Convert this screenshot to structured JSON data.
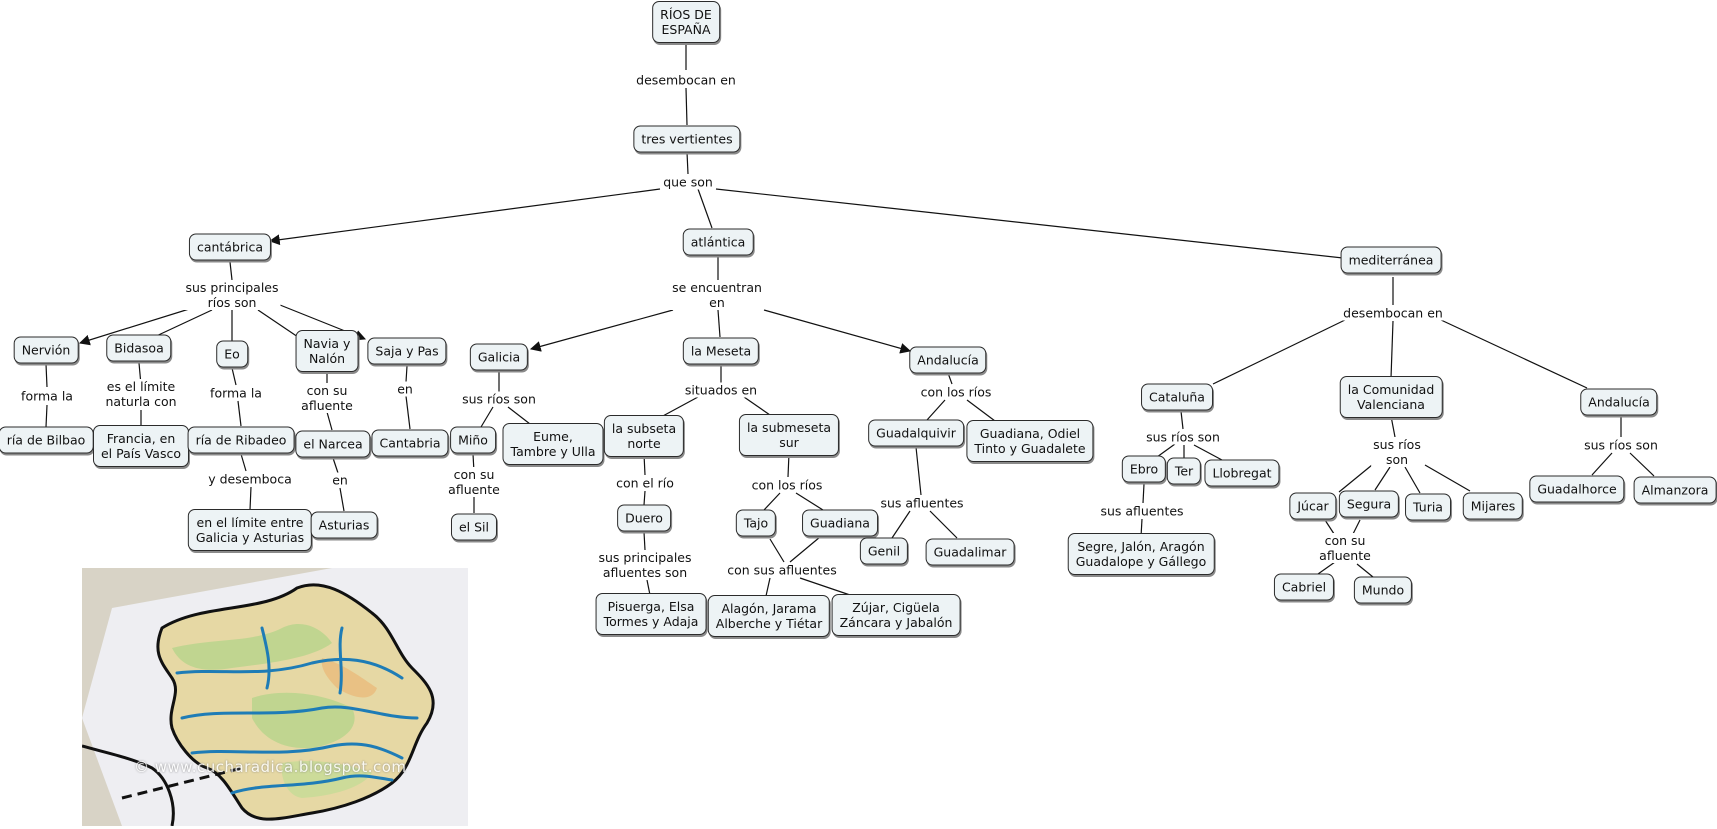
{
  "diagram": {
    "title": "RÍOS DE\nESPAÑA",
    "nodes": {
      "rios_espana": "RÍOS DE\nESPAÑA",
      "tres_vertientes": "tres vertientes",
      "cantabrica": "cantábrica",
      "atlantica": "atlántica",
      "mediterranea": "mediterránea",
      "nervion": "Nervión",
      "bidasoa": "Bidasoa",
      "eo": "Eo",
      "navia_nalon": "Navia y\nNalón",
      "saja_pas": "Saja y Pas",
      "ria_bilbao": "ría de Bilbao",
      "francia": "Francia, en\nel País Vasco",
      "ria_ribadeo": "ría de Ribadeo",
      "narcea": "el Narcea",
      "cantabria": "Cantabria",
      "limite_galicia": "en el límite entre\nGalicia y Asturias",
      "asturias": "Asturias",
      "galicia": "Galicia",
      "la_meseta": "la Meseta",
      "andalucia_atl": "Andalucía",
      "mino": "Miño",
      "eume": "Eume,\nTambre y Ulla",
      "sil": "el Sil",
      "subseta_norte": "la subseta\nnorte",
      "submeseta_sur": "la submeseta\nsur",
      "duero": "Duero",
      "pisuerga": "Pisuerga, Elsa\nTormes y Adaja",
      "tajo": "Tajo",
      "guadiana": "Guadiana",
      "alagon": "Alagón, Jarama\nAlberche y Tiétar",
      "zujar": "Zújar, Cigüela\nZáncara y Jabalón",
      "guadalquivir": "Guadalquivir",
      "guadiana_odiel": "Guadiana, Odiel\nTinto y Guadalete",
      "genil": "Genil",
      "guadalimar": "Guadalimar",
      "cataluna": "Cataluña",
      "com_valenciana": "la Comunidad\nValenciana",
      "andalucia_med": "Andalucía",
      "ebro": "Ebro",
      "ter": "Ter",
      "llobregat": "Llobregat",
      "segre": "Segre, Jalón, Aragón\nGuadalope y Gállego",
      "jucar": "Júcar",
      "segura": "Segura",
      "turia": "Turia",
      "mijares": "Mijares",
      "cabriel": "Cabriel",
      "mundo": "Mundo",
      "guadalhorce": "Guadalhorce",
      "almanzora": "Almanzora"
    },
    "links": {
      "desembocan_en_1": "desembocan en",
      "que_son": "que son",
      "sus_principales_rios": "sus principales\nríos son",
      "forma_la_1": "forma la",
      "es_limite": "es el límite\nnaturla con",
      "forma_la_2": "forma la",
      "y_desemboca": "y desemboca",
      "con_su_afluente_1": "con su\nafluente",
      "en_1": "en",
      "en_2": "en",
      "se_encuentran": "se encuentran\nen",
      "sus_rios_son_1": "sus ríos son",
      "con_su_afluente_2": "con su\nafluente",
      "situados_en": "situados en",
      "con_el_rio": "con el río",
      "sus_principales_afluentes": "sus principales\nafluentes son",
      "con_los_rios_1": "con los ríos",
      "con_sus_afluentes": "con sus afluentes",
      "con_los_rios_2": "con los ríos",
      "sus_afluentes_1": "sus afluentes",
      "desembocan_en_2": "desembocan en",
      "sus_rios_son_2": "sus ríos son",
      "sus_afluentes_2": "sus afluentes",
      "sus_rios_son_3": "sus ríos\nson",
      "con_su_afluente_3": "con su\nafluente",
      "sus_rios_son_4": "sus ríos son"
    }
  },
  "photo": {
    "watermark": "© www.cucharadica.blogspot.com",
    "colors": {
      "paper": "#d9d6cf",
      "land": "#e8d9a6",
      "green": "#b9d48a",
      "river": "#1f7fb8",
      "border": "#111111"
    }
  },
  "colors": {
    "node_fill": "#edf3f5",
    "node_border": "#2b2b2b",
    "edge": "#111111"
  }
}
